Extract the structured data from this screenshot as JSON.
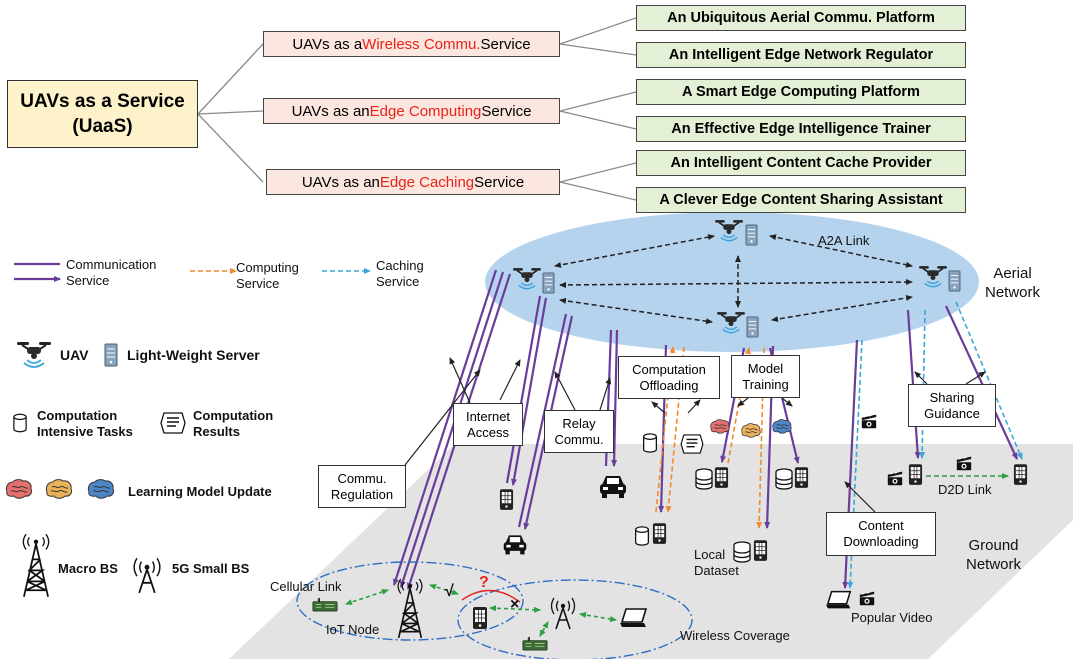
{
  "tree": {
    "root": {
      "line1": "UAVs as a Service",
      "line2": "(UaaS)"
    },
    "mid": [
      {
        "pre": "UAVs as a ",
        "hl": "Wireless Commu.",
        "post": " Service"
      },
      {
        "pre": "UAVs as an ",
        "hl": "Edge Computing",
        "post": " Service"
      },
      {
        "pre": "UAVs as an ",
        "hl": "Edge Caching",
        "post": " Service"
      }
    ],
    "leaves": [
      "An Ubiquitous Aerial Commu. Platform",
      "An Intelligent Edge Network Regulator",
      "A Smart Edge Computing Platform",
      "An Effective Edge Intelligence Trainer",
      "An Intelligent Content Cache Provider",
      "A Clever Edge Content Sharing Assistant"
    ]
  },
  "legend": {
    "communication": {
      "line1": "Communication",
      "line2": "Service"
    },
    "computing": {
      "line1": "Computing",
      "line2": "Service"
    },
    "caching": {
      "line1": "Caching",
      "line2": "Service"
    },
    "uav": "UAV",
    "server": "Light-Weight Server",
    "tasks": {
      "line1": "Computation",
      "line2": "Intensive Tasks"
    },
    "results": {
      "line1": "Computation",
      "line2": "Results"
    },
    "model_update": "Learning Model Update",
    "macro_bs": "Macro BS",
    "small_bs": "5G Small BS"
  },
  "network": {
    "a2a_link": "A2A Link",
    "aerial": {
      "line1": "Aerial",
      "line2": "Network"
    },
    "ground": {
      "line1": "Ground",
      "line2": "Network"
    },
    "boxes": {
      "internet_access": {
        "line1": "Internet",
        "line2": "Access"
      },
      "relay": {
        "line1": "Relay",
        "line2": "Commu."
      },
      "offloading": {
        "line1": "Computation",
        "line2": "Offloading"
      },
      "training": {
        "line1": "Model",
        "line2": "Training"
      },
      "sharing": {
        "line1": "Sharing",
        "line2": "Guidance"
      },
      "regulation": {
        "line1": "Commu.",
        "line2": "Regulation"
      },
      "downloading": {
        "line1": "Content",
        "line2": "Downloading"
      }
    },
    "d2d_link": "D2D Link",
    "local_dataset": {
      "line1": "Local",
      "line2": "Dataset"
    },
    "cellular_link": "Cellular Link",
    "iot_node": "IoT Node",
    "wireless_coverage": "Wireless Coverage",
    "popular_video": "Popular Video",
    "question_mark": "?",
    "check_mark": "√",
    "cross_mark": "×"
  },
  "colors": {
    "communication": "#6a3d9a",
    "computing": "#f08a2c",
    "caching": "#3aa6dc",
    "highlight": "#e8231a",
    "green_link": "#2ea043",
    "aerial_fill": "#b6d3ee",
    "ground_fill": "#e3e3e3"
  }
}
